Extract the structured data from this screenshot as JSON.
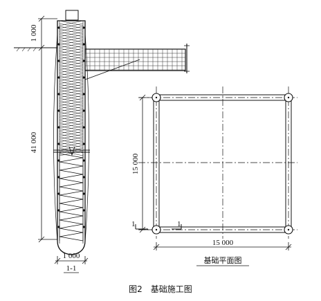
{
  "figure": {
    "caption": "图2　基础施工图"
  },
  "section": {
    "top_dim": "1 000",
    "height_dim": "41 000",
    "width_dim": "1 000",
    "name": "1-1"
  },
  "plan": {
    "side_dim": "15 000",
    "bottom_dim": "15 000",
    "title": "基础平面图",
    "cut_mark_left": "1",
    "cut_mark_right": "1"
  }
}
